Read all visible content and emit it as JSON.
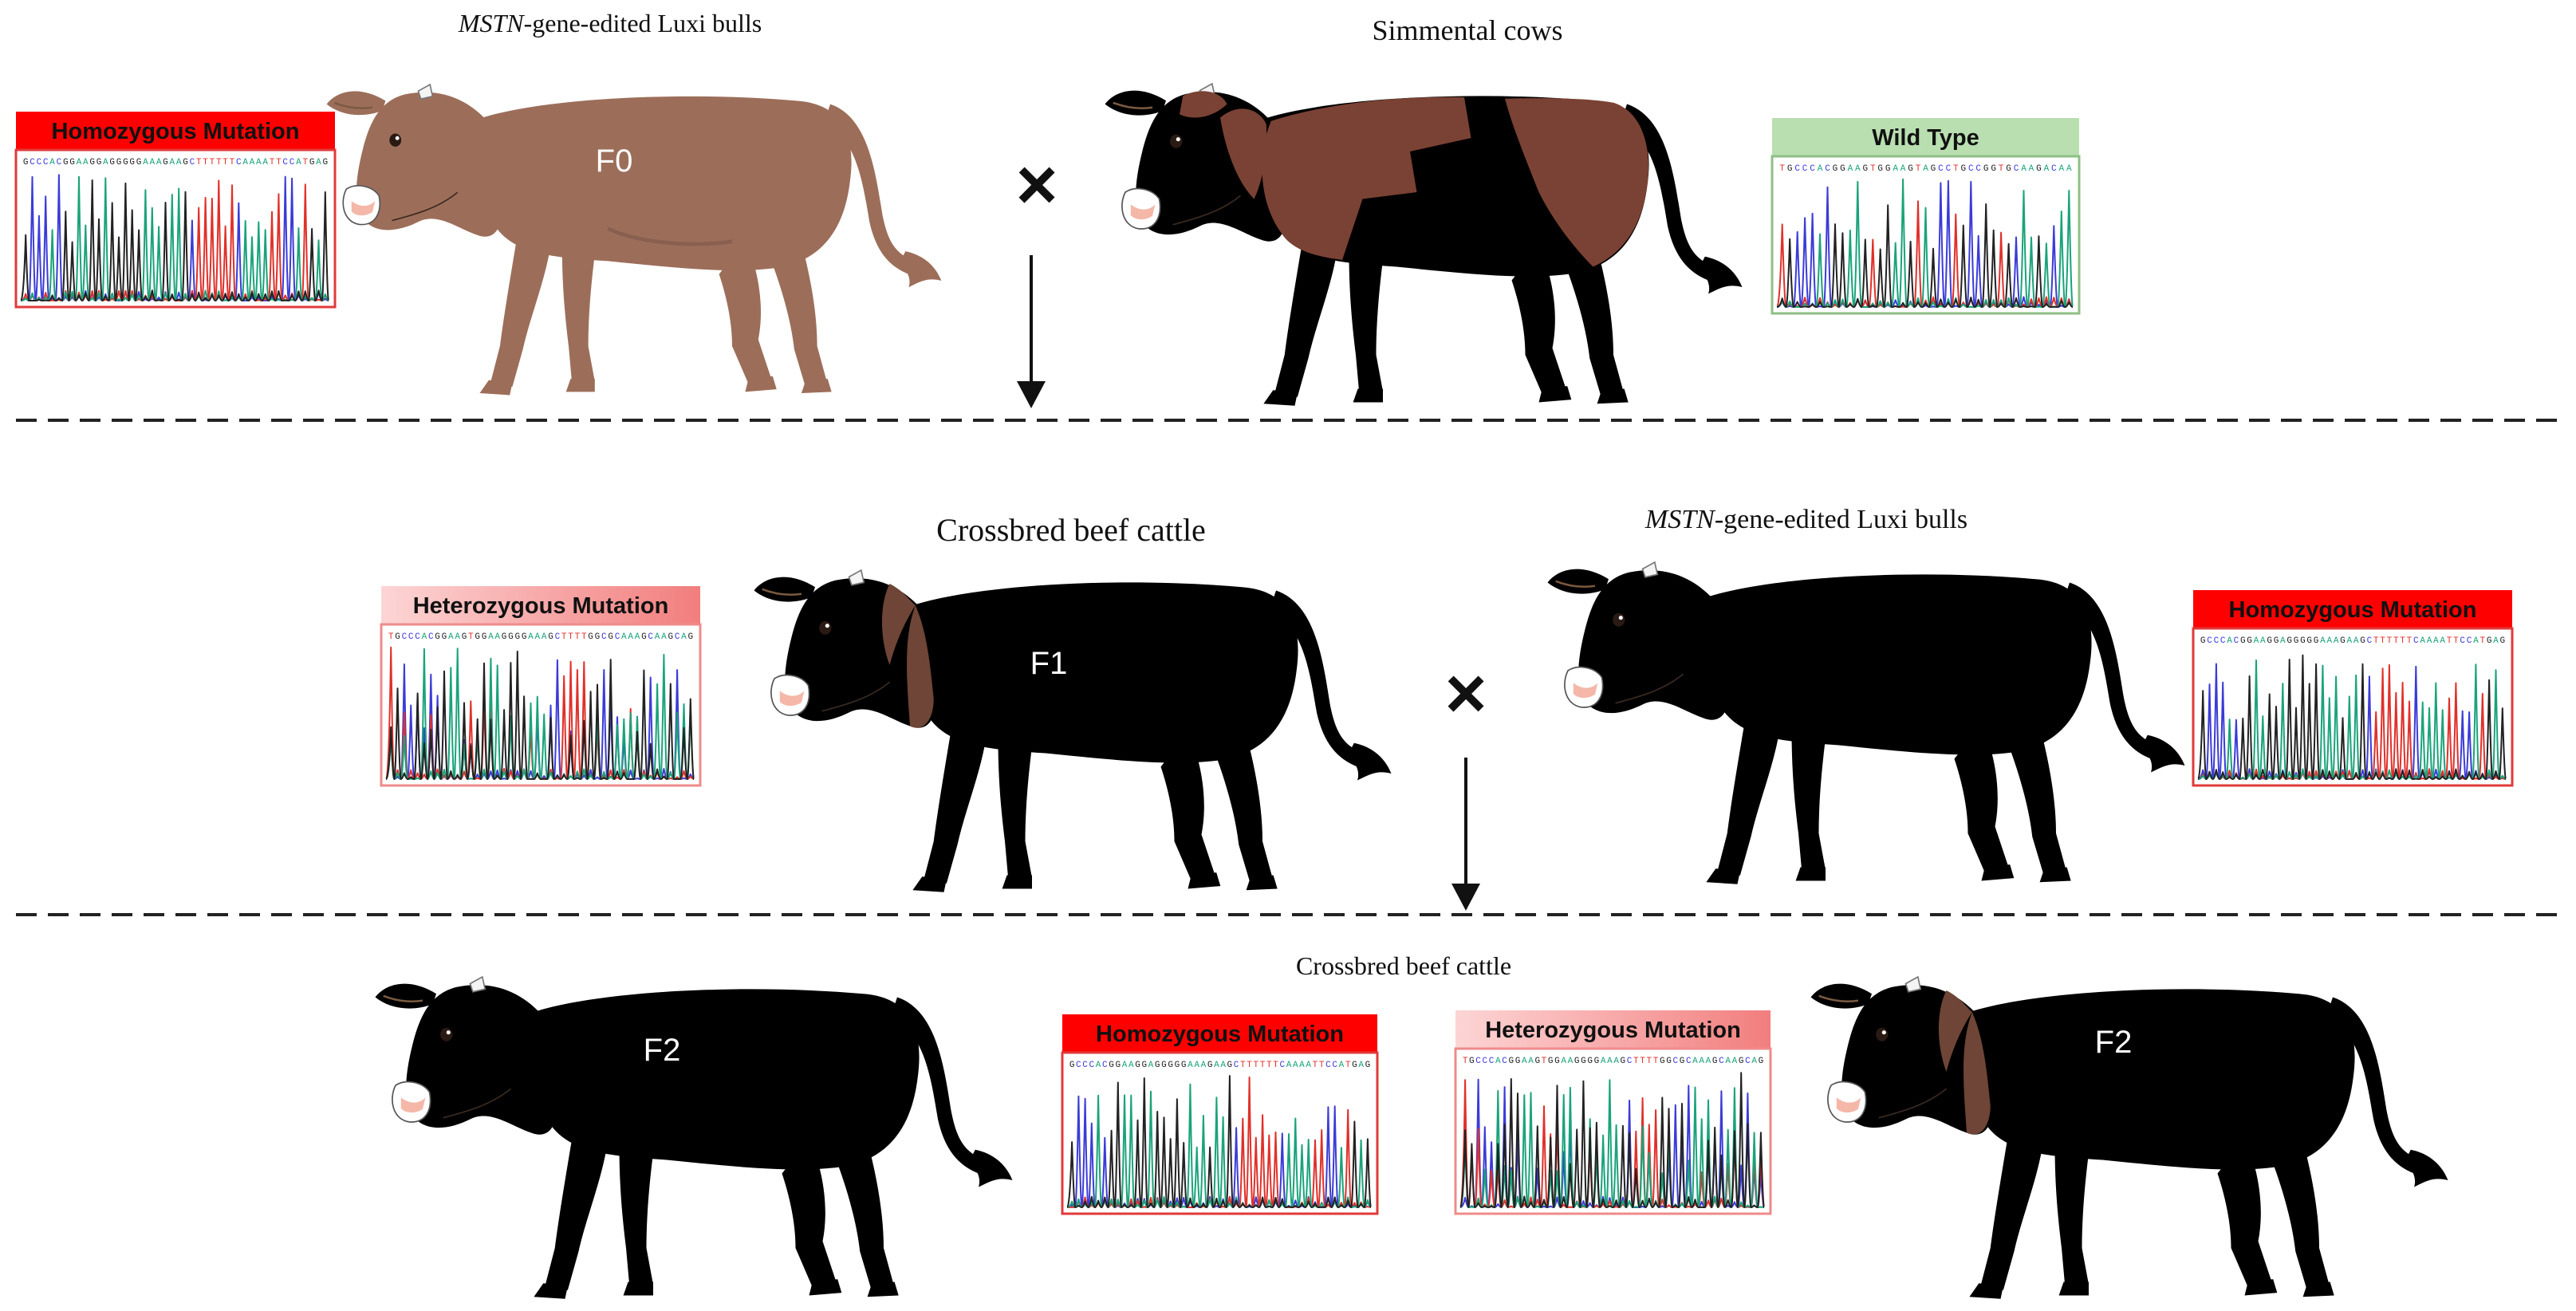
{
  "colors": {
    "bull_body": "#9c6e5a",
    "bull_dark": "#7b5545",
    "f1_body": "#6e4536",
    "f1_dark": "#553226",
    "hoof": "#c9a77e",
    "ear_inner": "#caa47c",
    "simmental_patch": "#7a4234",
    "homozygous_header": "#ff0000",
    "heterozygous_header": "#f7aaaa",
    "wildtype_header": "#b9dfb0",
    "trace_blue": "#3b3bd8",
    "trace_red": "#e0302a",
    "trace_green": "#1aa37a",
    "trace_black": "#222222"
  },
  "icons": [
    "cross-symbol-icon",
    "down-arrow-icon",
    "dashed-separator-line"
  ],
  "labels": {
    "f0_bull_gene": "MSTN",
    "f0_bull_rest": "-gene-edited Luxi bulls",
    "simmental_cows": "Simmental cows",
    "f1_crossbred": "Crossbred beef cattle",
    "f1_bull_gene": "MSTN",
    "f1_bull_rest": "-gene-edited Luxi bulls",
    "f2_crossbred": "Crossbred beef cattle",
    "gen_f0": "F0",
    "gen_f1": "F1",
    "gen_f2_left": "F2",
    "gen_f2_right": "F2",
    "cross_symbol": "×"
  },
  "chromatograms": {
    "f0_bull": {
      "title": "Homozygous Mutation",
      "seq": "GCCCACGGAAGGAGGGGGAAAGAAGCTTTTTTCAAAATTCCATGAG"
    },
    "simmental": {
      "title": "Wild Type",
      "seq": "TGCCCACGGAAGTGGAAGTAGCCTGCCGGTGCAAGACAA"
    },
    "f1_crossbred": {
      "title": "Heterozygous Mutation",
      "seq": "TGCCCACGGAAGTGGAAGGGGAAAGCTTTTGGCGCAAAGCAAGCAG"
    },
    "f1_bull": {
      "title": "Homozygous Mutation",
      "seq": "GCCCACGGAAGGAGGGGGAAAGAAGCTTTTTTCAAAATTCCATGAG"
    },
    "f2_homo": {
      "title": "Homozygous Mutation",
      "seq": "GCCCACGGAAGGAGGGGGAAAGAAGCTTTTTTCAAAATTCCATGAG"
    },
    "f2_hetero": {
      "title": "Heterozygous Mutation",
      "seq": "TGCCCACGGAAGTGGAAGGGGAAAGCTTTTGGCGCAAAGCAAGCAG"
    }
  }
}
